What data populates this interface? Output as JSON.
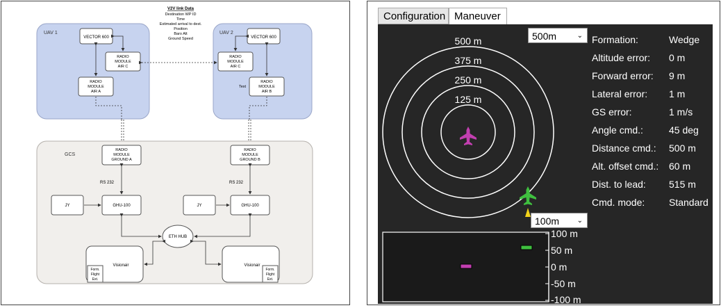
{
  "diagram": {
    "uav1": {
      "title": "UAV 1",
      "vector": "VECTOR 600",
      "radio_air_c": [
        "RADIO",
        "MODULE",
        "AIR C"
      ],
      "radio_air_a": [
        "RADIO",
        "MODULE",
        "AIR A"
      ]
    },
    "uav2": {
      "title": "UAV 2",
      "vector": "VECTOR 600",
      "radio_air_c": [
        "RADIO",
        "MODULE",
        "AIR C"
      ],
      "radio_air_b": [
        "RADIO",
        "MODULE",
        "AIR B"
      ],
      "text_label": "Text"
    },
    "v2v": {
      "title": "V2V link Data",
      "lines": [
        "Destination WP ID",
        "Time",
        "Estimated arrival to dest.",
        "Position",
        "Baro Alt",
        "Ground Speed"
      ]
    },
    "gcs": {
      "title": "GCS",
      "radio_ground_a": [
        "RADIO",
        "MODULE",
        "GROUND A"
      ],
      "radio_ground_b": [
        "RADIO",
        "MODULE",
        "GROUND B"
      ],
      "rs232_left": "RS 232",
      "rs232_right": "RS 232",
      "jy_left": "JY",
      "jy_right": "JY",
      "ghu_left": "GHU-100",
      "ghu_right": "GHU-100",
      "eth_hub": "ETH HUB",
      "visionair_left": "Visionair",
      "visionair_right": "Visionair",
      "form_flight_left": [
        "Form.",
        "Flight",
        "Ext."
      ],
      "form_flight_right": [
        "Form.",
        "Flight",
        "Ext."
      ]
    }
  },
  "app": {
    "tabs": [
      "Configuration",
      "Maneuver"
    ],
    "active_tab": "Maneuver",
    "range_dropdown": "500m",
    "alt_dropdown": "100m",
    "ring_labels": [
      "500 m",
      "375 m",
      "250 m",
      "125 m"
    ],
    "info_rows": [
      {
        "label": "Formation:",
        "value": "Wedge"
      },
      {
        "label": "Altitude error:",
        "value": "0 m"
      },
      {
        "label": "Forward error:",
        "value": "9 m"
      },
      {
        "label": "Lateral error:",
        "value": "1 m"
      },
      {
        "label": "GS error:",
        "value": "1 m/s"
      },
      {
        "label": "Angle cmd.:",
        "value": "45 deg"
      },
      {
        "label": "Distance cmd.:",
        "value": "500 m"
      },
      {
        "label": "Alt. offset cmd.:",
        "value": "60 m"
      },
      {
        "label": "Dist. to lead:",
        "value": "515 m"
      },
      {
        "label": "Cmd. mode:",
        "value": "Standard"
      }
    ],
    "alt_ticks": [
      "100 m",
      "50 m",
      "0 m",
      "-50 m",
      "-100 m"
    ],
    "colors": {
      "panel_bg": "#262626",
      "lead_aircraft": "#c23fb0",
      "follower_aircraft": "#3fbf3f",
      "heading_marker": "#f2d21a"
    }
  }
}
